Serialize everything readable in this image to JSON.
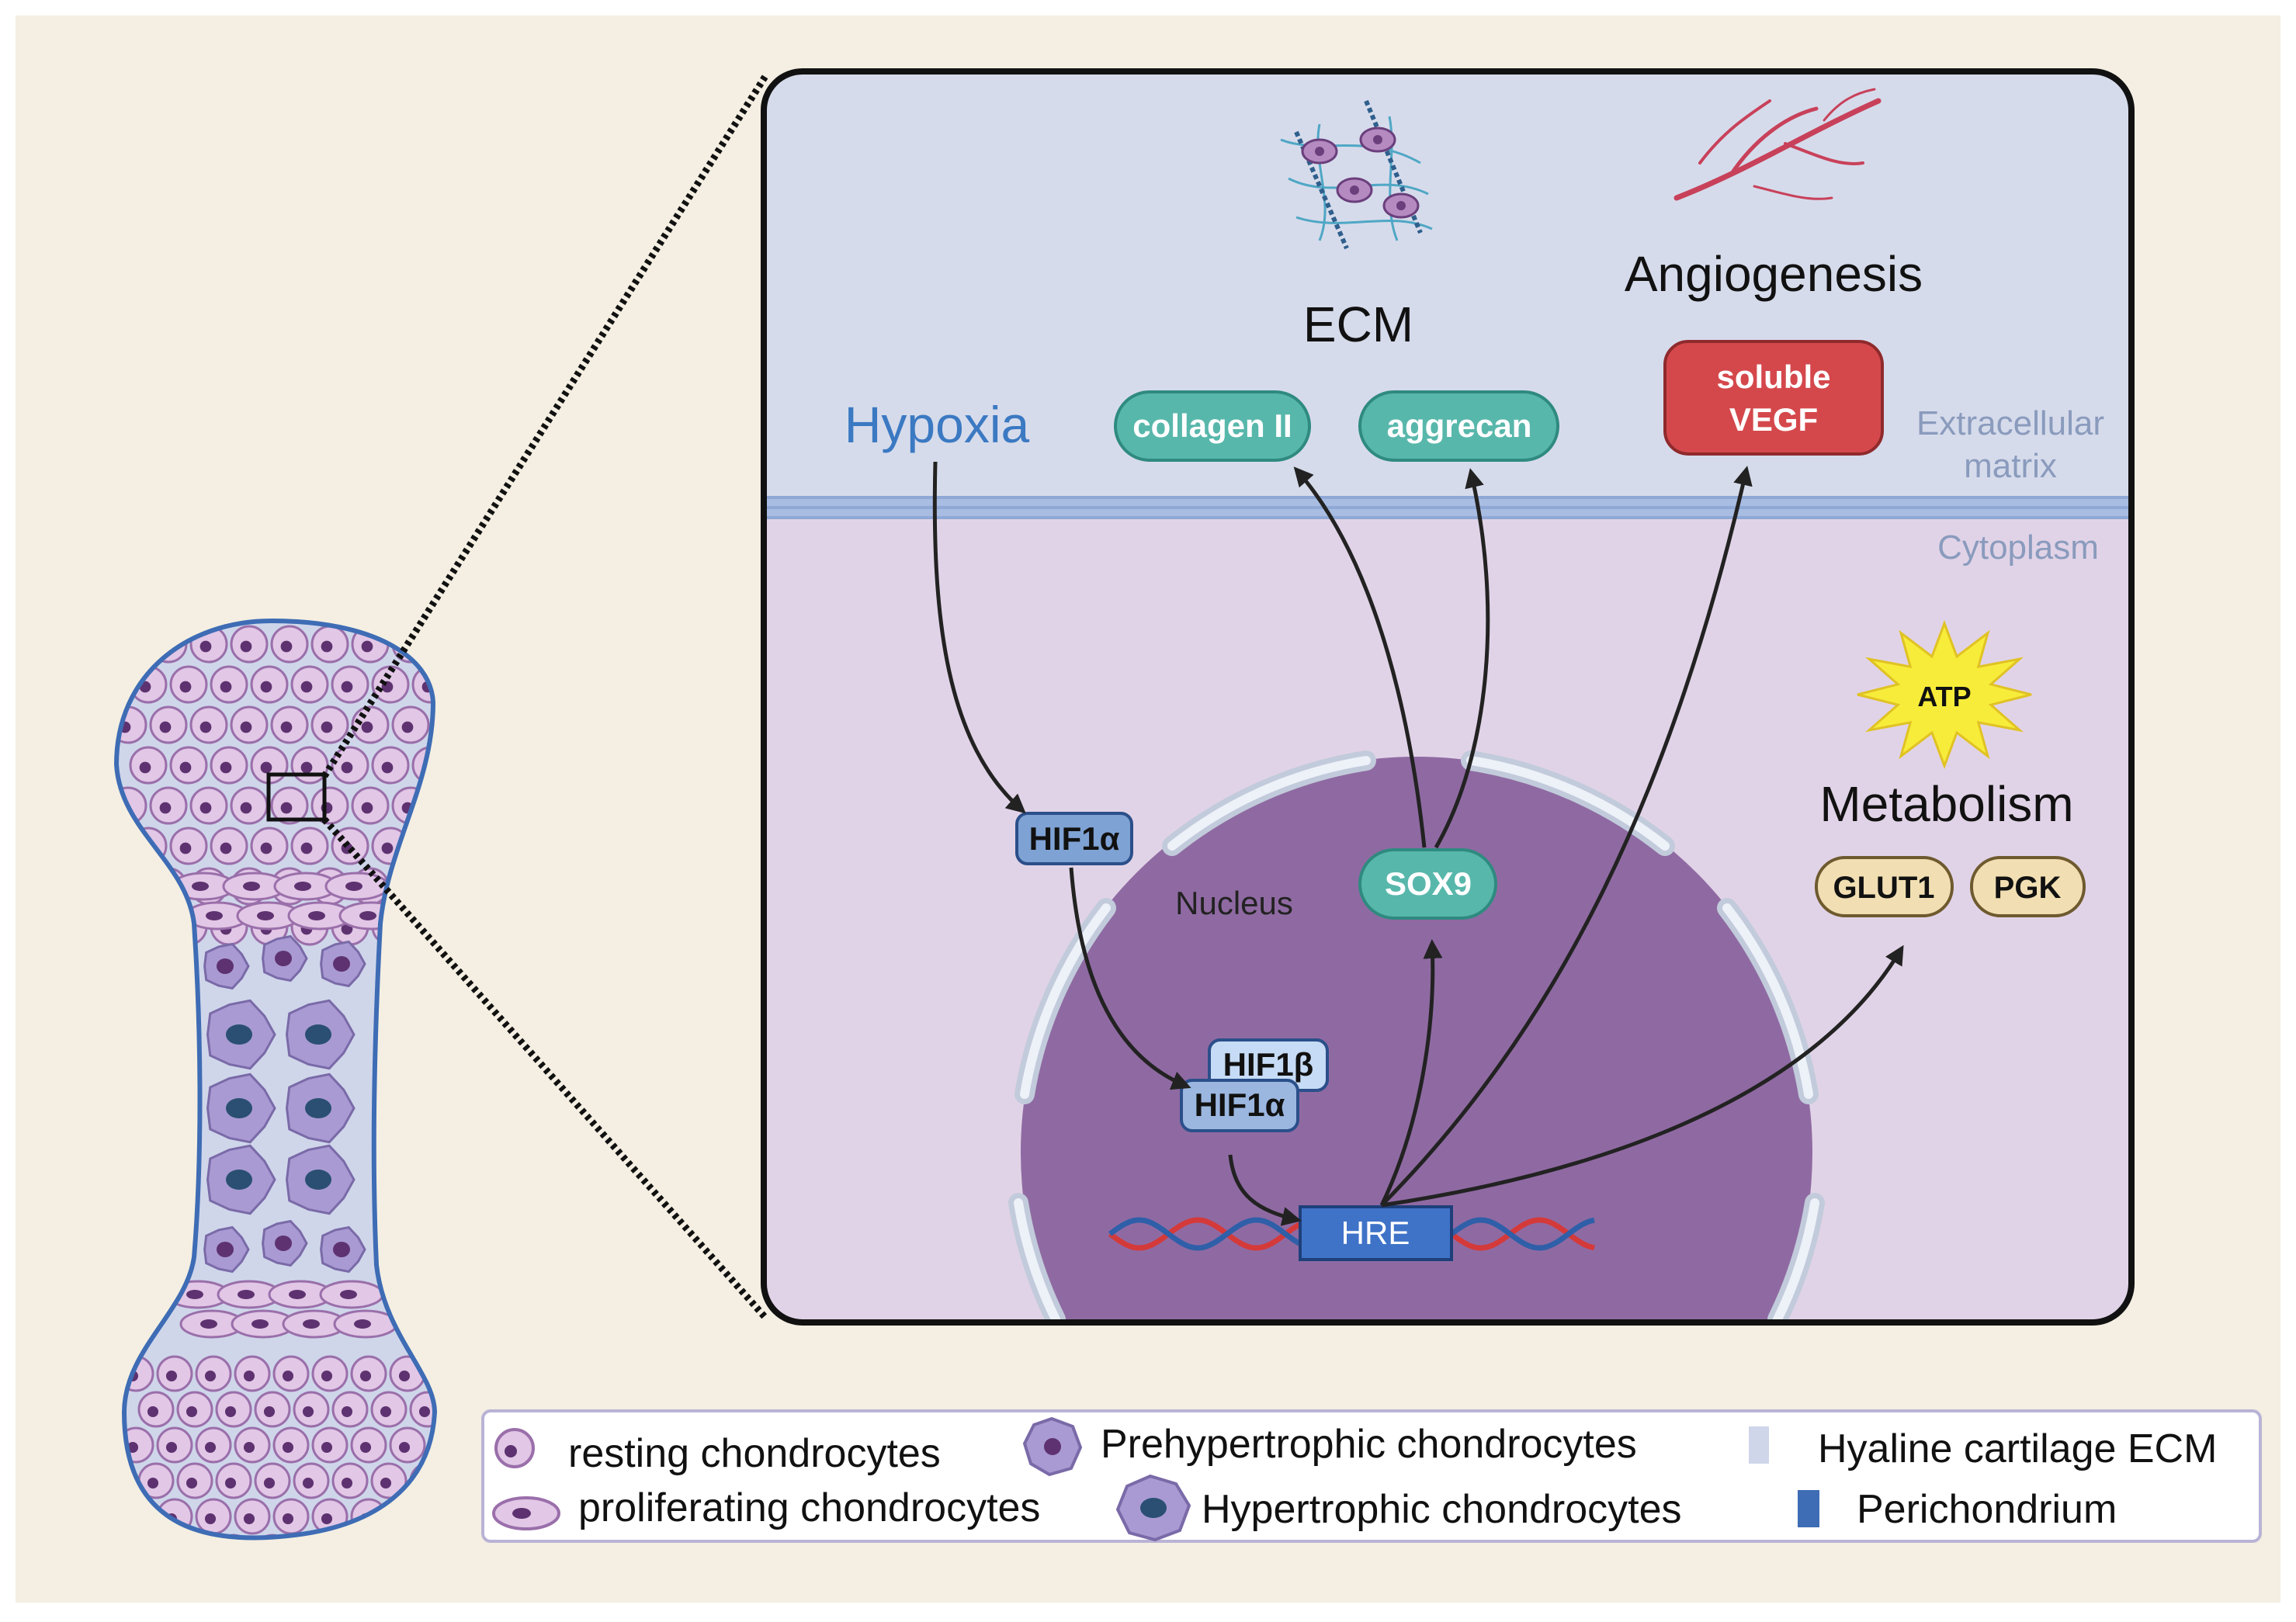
{
  "diagram": {
    "panel": {
      "ecm_title": "ECM",
      "angiogenesis_title": "Angiogenesis",
      "hypoxia_label": "Hypoxia",
      "extracellular_label_line1": "Extracellular",
      "extracellular_label_line2": "matrix",
      "cytoplasm_label": "Cytoplasm",
      "nucleus_label": "Nucleus",
      "metabolism_title": "Metabolism",
      "atp_label": "ATP"
    },
    "nodes": {
      "collagen": "collagen II",
      "aggrecan": "aggrecan",
      "vegf_line1": "soluble",
      "vegf_line2": "VEGF",
      "hif1a_cyto": "HIF1α",
      "hif1b": "HIF1β",
      "hif1a_nuc": "HIF1α",
      "sox9": "SOX9",
      "hre": "HRE",
      "glut1": "GLUT1",
      "pgk": "PGK"
    },
    "legend": {
      "resting": "resting chondrocytes",
      "proliferating": "proliferating chondrocytes",
      "prehypertrophic": "Prehypertrophic chondrocytes",
      "hypertrophic": "Hypertrophic chondrocytes",
      "hyaline": "Hyaline cartilage ECM",
      "perichondrium": "Perichondrium"
    },
    "colors": {
      "background": "#f4efe2",
      "ecm_region": "#d6dbeb",
      "cytoplasm_region": "#e1d3e7",
      "nucleus": "#8f6aa2",
      "membrane": "#8fa8d6",
      "teal": "#58b7ab",
      "red": "#d4484c",
      "blue_box": "#3f73c8",
      "hif_box": "#b7cbe8",
      "tan": "#f1dfb3",
      "cartilage": "#cfd6ea",
      "perichondrium": "#3e6cb5",
      "resting_cell": "#e2c7e6",
      "hypertrophic_cell": "#a99ad3"
    }
  }
}
